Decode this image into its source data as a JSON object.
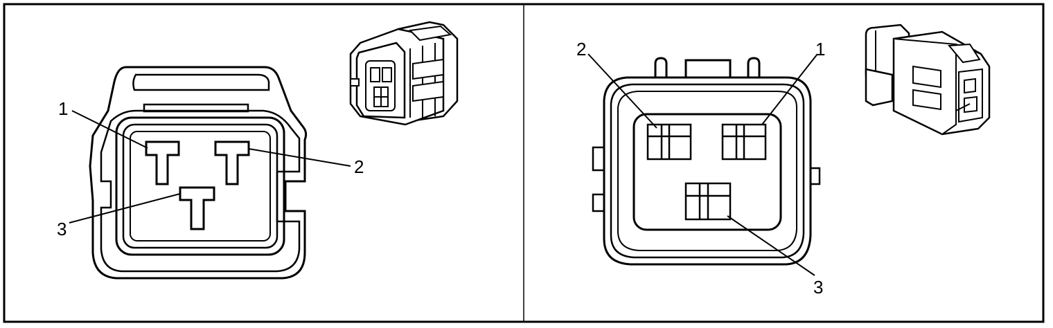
{
  "left_panel": {
    "callouts": [
      {
        "label": "1"
      },
      {
        "label": "2"
      },
      {
        "label": "3"
      }
    ]
  },
  "right_panel": {
    "callouts": [
      {
        "label": "2"
      },
      {
        "label": "1"
      },
      {
        "label": "3"
      }
    ]
  },
  "colors": {
    "stroke": "#000000",
    "background": "#ffffff"
  }
}
